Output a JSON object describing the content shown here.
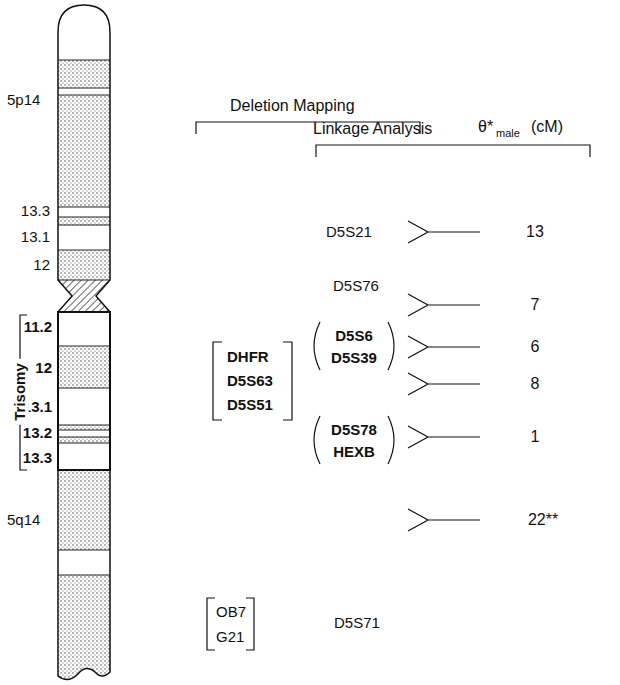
{
  "diagram": {
    "labels": [
      "5p14",
      "13.3",
      "13.1",
      "12",
      "11.2",
      "12",
      "13.1",
      "13.2",
      "13.3",
      "5q14",
      "Trisomy",
      "Deletion Mapping",
      "Linkage Analysis",
      "θ*",
      "male",
      "(cM)",
      "D5S21",
      "D5S76",
      "D5S6",
      "D5S39",
      "DHFR",
      "D5S63",
      "D5S51",
      "D5S78",
      "HEXB",
      "13",
      "7",
      "6",
      "8",
      "1",
      "22**",
      "OB7",
      "G21",
      "D5S71"
    ]
  }
}
